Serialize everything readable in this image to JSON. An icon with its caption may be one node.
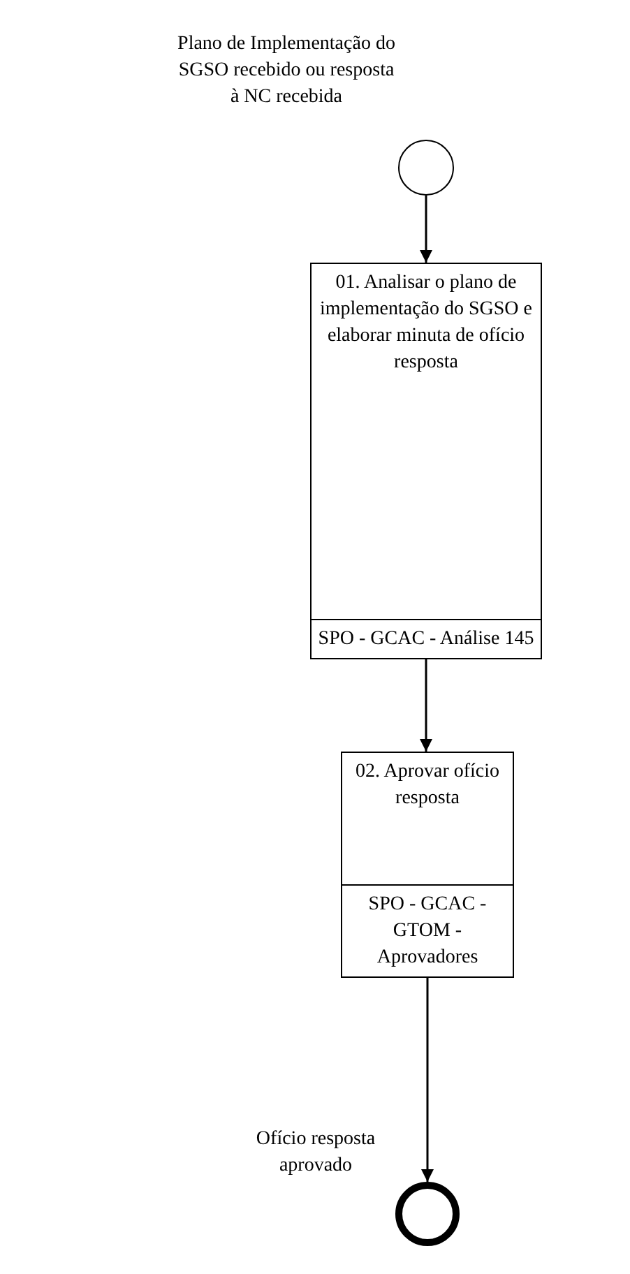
{
  "diagram": {
    "nodes": [
      {
        "text": [],
        "shape": "circle",
        "beside": [
          "Plano de Implementação do SGSO recebido ou resposta à NC recebida"
        ]
      },
      {
        "text": [
          "01. Analisar o plano de implementação do SGSO e elaborar minuta de ofício resposta",
          "SPO - GCAC - Análise 145"
        ]
      },
      {
        "text": [
          "02. Aprovar ofício resposta",
          "SPO - GCAC - GTOM - Aprovadores"
        ]
      },
      {
        "text": [],
        "shape": "circle",
        "beside": [
          "Ofício resposta aprovado"
        ]
      }
    ],
    "edges": [
      {
        "from": 0,
        "to": 1,
        "arrow": "to"
      },
      {
        "from": 1,
        "to": 2,
        "arrow": "to"
      },
      {
        "from": 2,
        "to": 3,
        "arrow": "to"
      }
    ]
  }
}
